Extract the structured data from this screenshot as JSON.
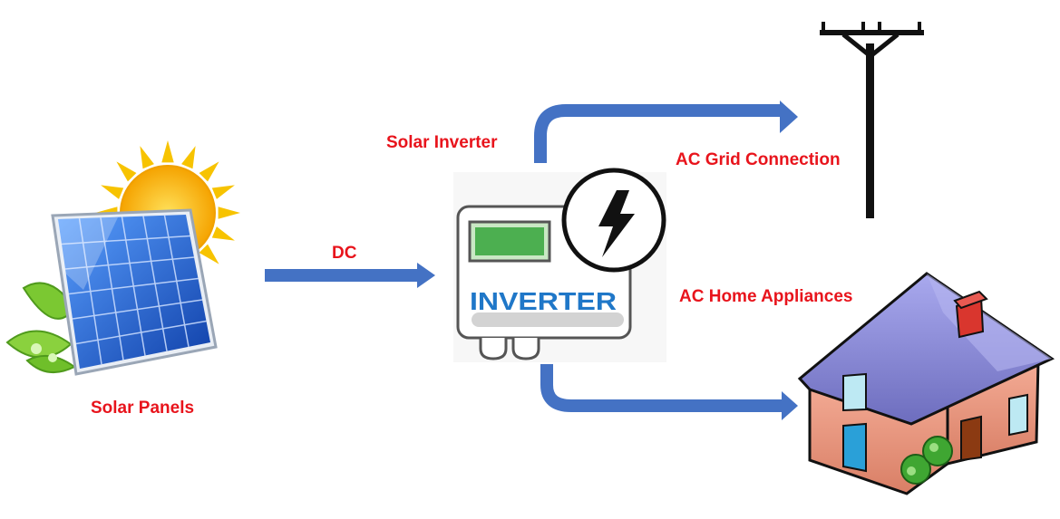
{
  "colors": {
    "label": "#e8141c",
    "arrow": "#4472c4",
    "panel": "#1f5bd0",
    "sun": "#f7b500",
    "leaf": "#6fbf2a",
    "inverter_screen": "#4caf50",
    "inverter_text": "#1f77c8",
    "bolt_circle": "#111111",
    "house_wall": "#ec9a82",
    "house_roof": "#8f8fd8",
    "pole": "#111111"
  },
  "labels": {
    "solar_panels": "Solar Panels",
    "dc": "DC",
    "solar_inverter": "Solar Inverter",
    "ac_grid": "AC Grid Connection",
    "ac_home": "AC Home Appliances"
  },
  "inverter": {
    "text": "INVERTER"
  },
  "icons": {
    "solar_panel": "solar-panel-icon",
    "sun": "sun-icon",
    "leaf": "leaf-icon",
    "inverter": "inverter-icon",
    "bolt": "lightning-bolt-icon",
    "utility_pole": "utility-pole-icon",
    "house": "house-icon"
  }
}
